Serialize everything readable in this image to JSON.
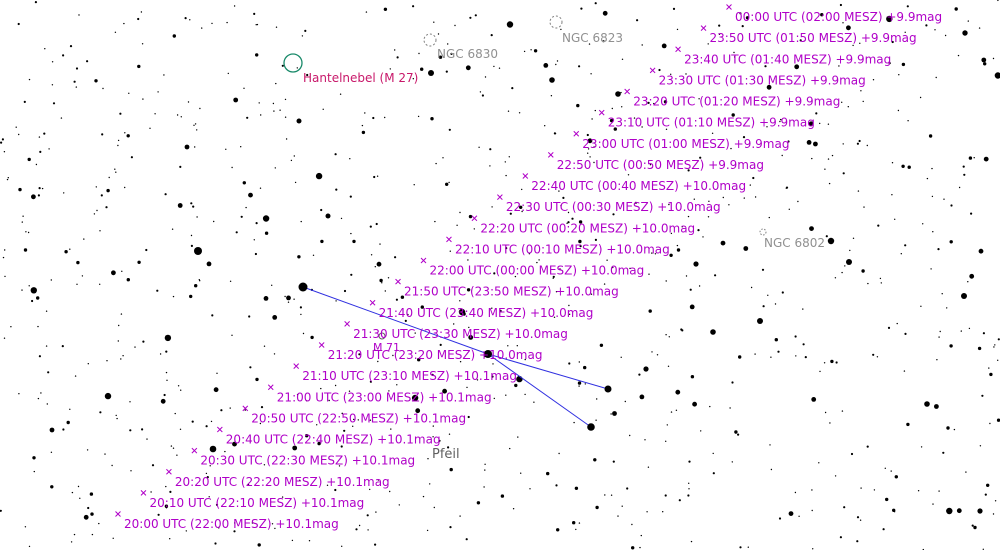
{
  "map": {
    "constellation": {
      "name": "Pfeil"
    },
    "objects": {
      "m27": "Hantelnebel  (M 27)",
      "ngc6830": "NGC 6830",
      "ngc6823": "NGC 6823",
      "ngc6802": "NGC 6802",
      "m71": "M 71"
    },
    "track_color": "#b000c8",
    "nebula_color": "#c8186a",
    "constellation_line_color": "#3030e0",
    "track": [
      "20:00 UTC (22:00 MESZ) +10.1mag",
      "20:10 UTC (22:10 MESZ) +10.1mag",
      "20:20 UTC (22:20 MESZ) +10.1mag",
      "20:30 UTC (22:30 MESZ) +10.1mag",
      "20:40 UTC (22:40 MESZ) +10.1mag",
      "20:50 UTC (22:50 MESZ) +10.1mag",
      "21:00 UTC (23:00 MESZ) +10.1mag",
      "21:10 UTC (23:10 MESZ) +10.1mag",
      "21:20 UTC (23:20 MESZ) +10.0mag",
      "21:30 UTC (23:30 MESZ) +10.0mag",
      "21:40 UTC (23:40 MESZ) +10.0mag",
      "21:50 UTC (23:50 MESZ) +10.0mag",
      "22:00 UTC (00:00 MESZ) +10.0mag",
      "22:10 UTC (00:10 MESZ) +10.0mag",
      "22:20 UTC (00:20 MESZ) +10.0mag",
      "22:30 UTC (00:30 MESZ) +10.0mag",
      "22:40 UTC (00:40 MESZ) +10.0mag",
      "22:50 UTC (00:50 MESZ) +9.9mag",
      "23:00 UTC (01:00 MESZ) +9.9mag",
      "23:10 UTC (01:10 MESZ) +9.9mag",
      "23:20 UTC (01:20 MESZ) +9.9mag",
      "23:30 UTC (01:30 MESZ) +9.9mag",
      "23:40 UTC (01:40 MESZ) +9.9mag",
      "23:50 UTC (01:50 MESZ) +9.9mag",
      "00:00 UTC (02:00 MESZ) +9.9mag"
    ]
  }
}
